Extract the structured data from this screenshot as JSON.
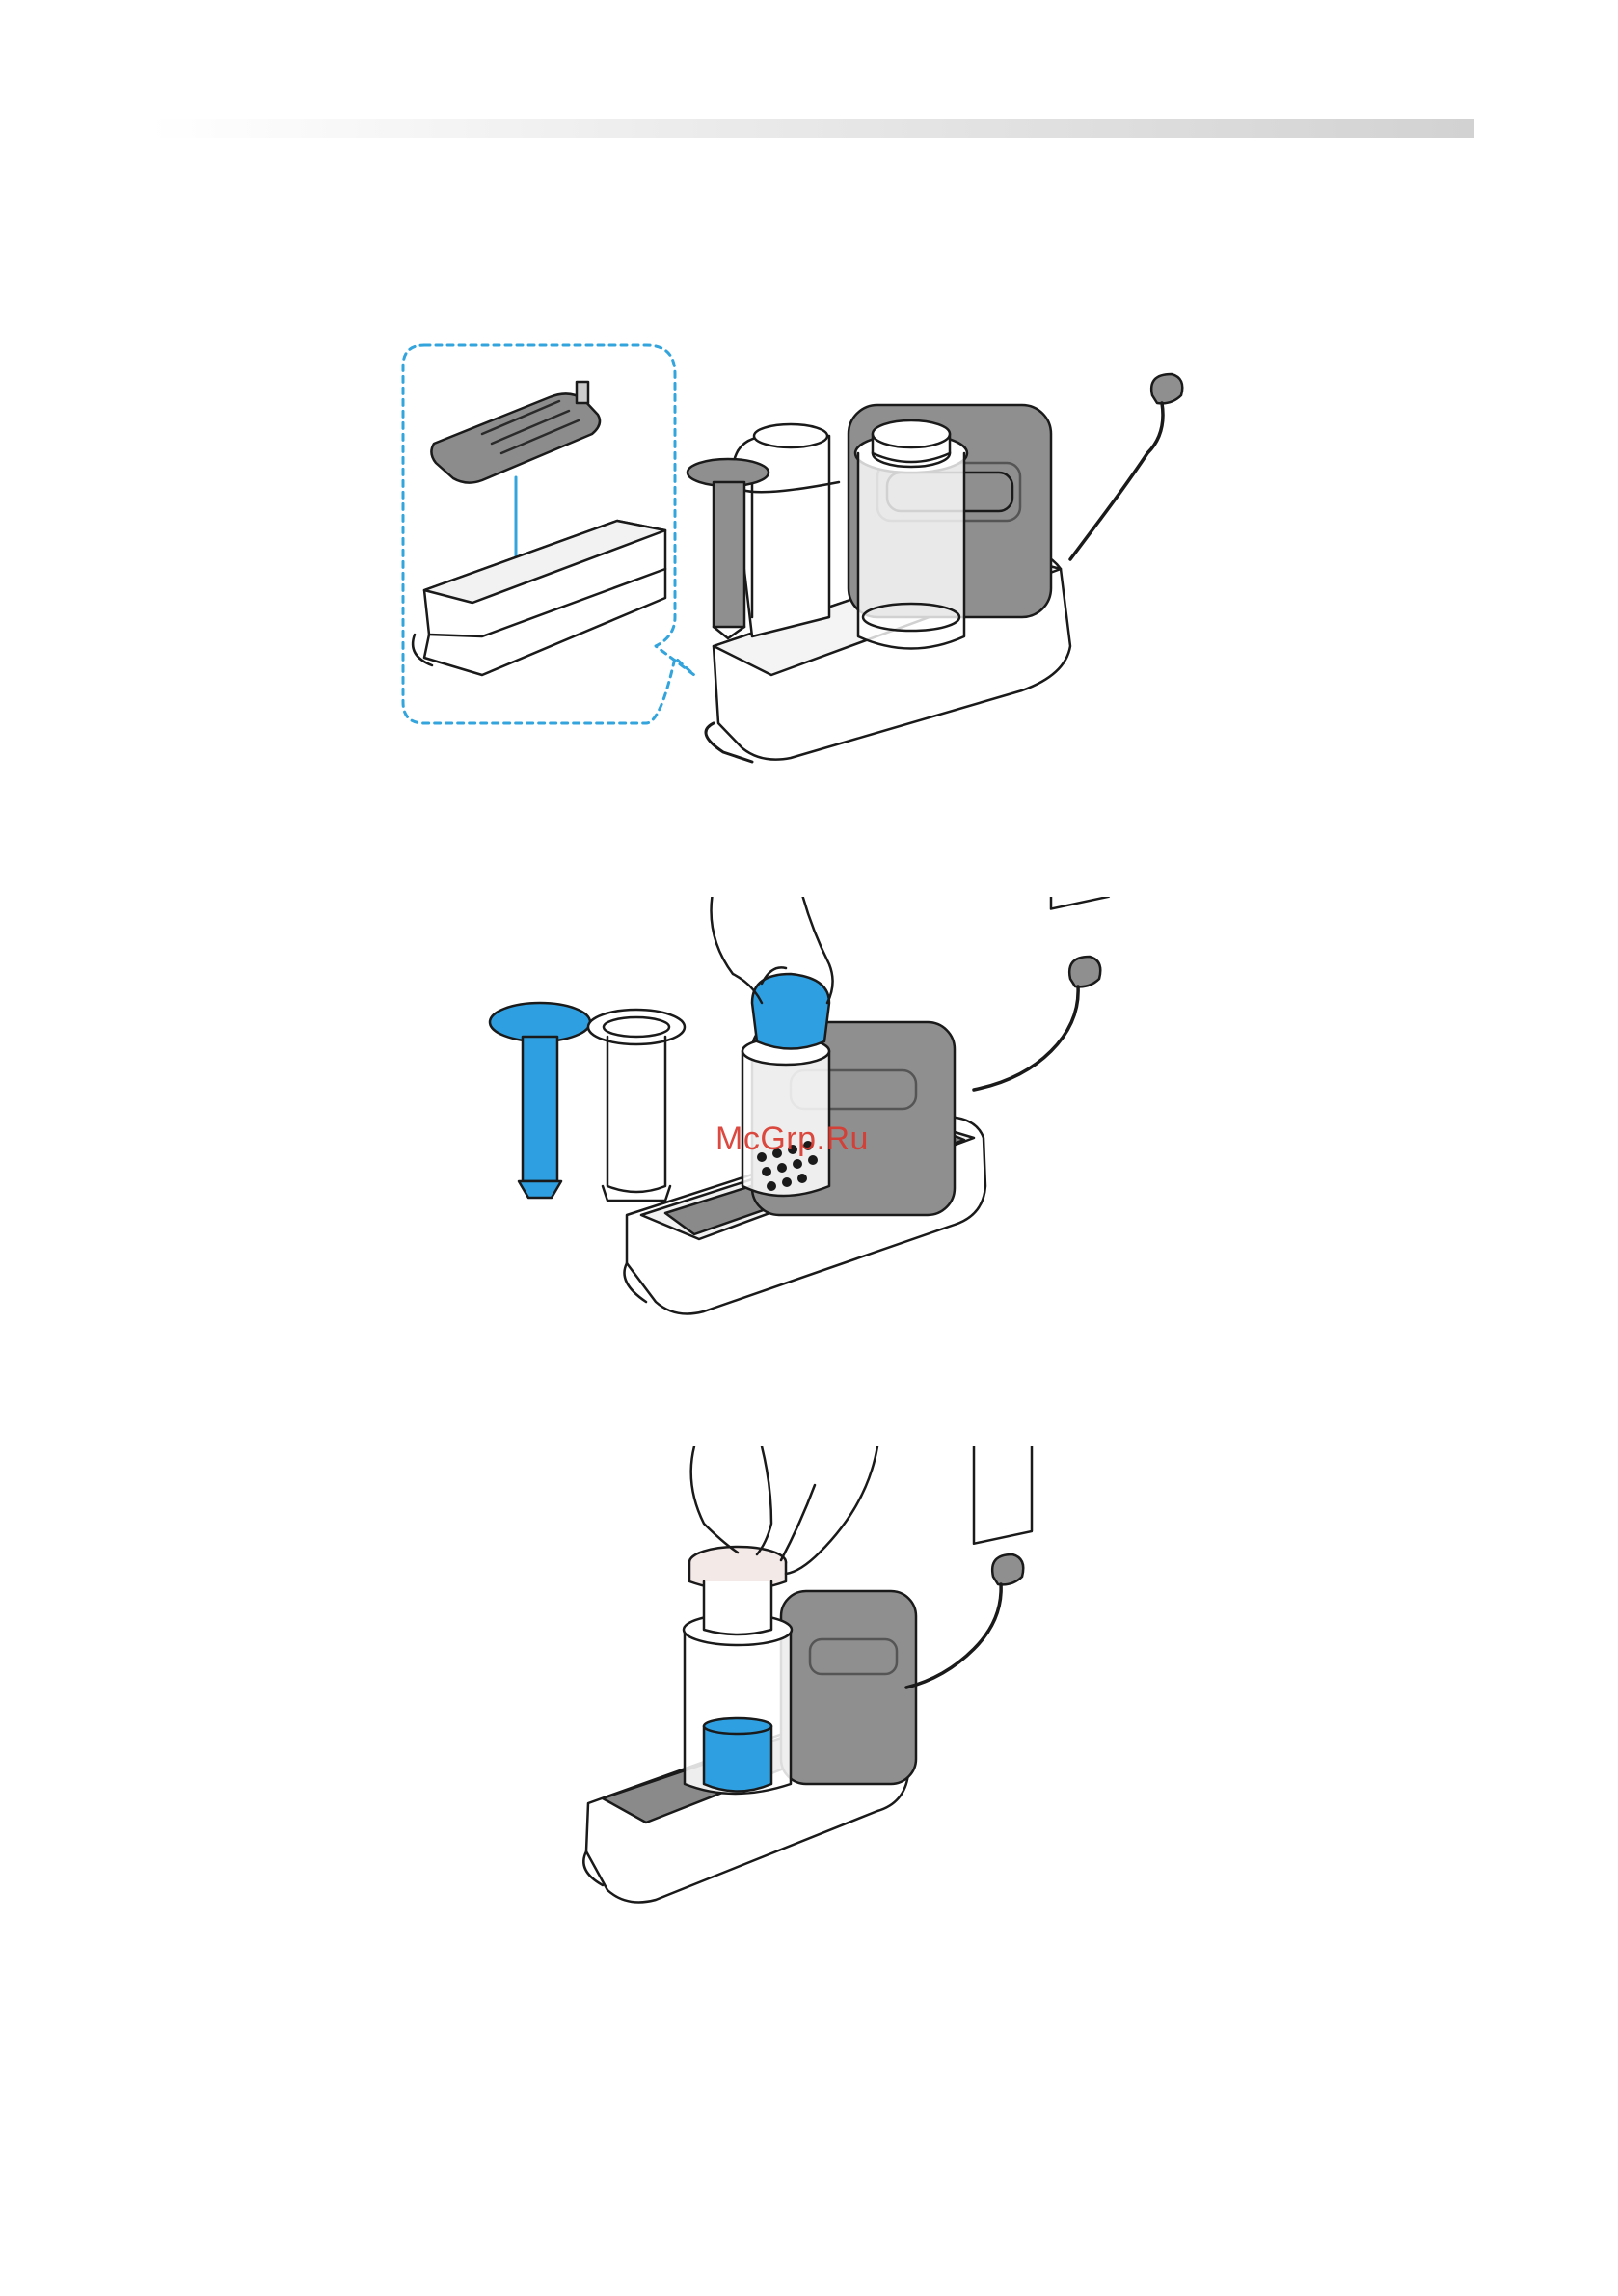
{
  "page": {
    "watermark_text": "McGrp.Ru"
  },
  "colors": {
    "highlight_blue": "#2e9fe0",
    "body_grey": "#9a9a9a",
    "outline": "#1a1a1a",
    "dashed_callout": "#33a4dc",
    "watermark_red": "#d93a30"
  },
  "figures": [
    {
      "id": "fig1",
      "depicts": "appliance-with-tray-callout"
    },
    {
      "id": "fig2",
      "depicts": "inserting-blue-cup"
    },
    {
      "id": "fig3",
      "depicts": "pressing-pusher-into-container"
    }
  ]
}
